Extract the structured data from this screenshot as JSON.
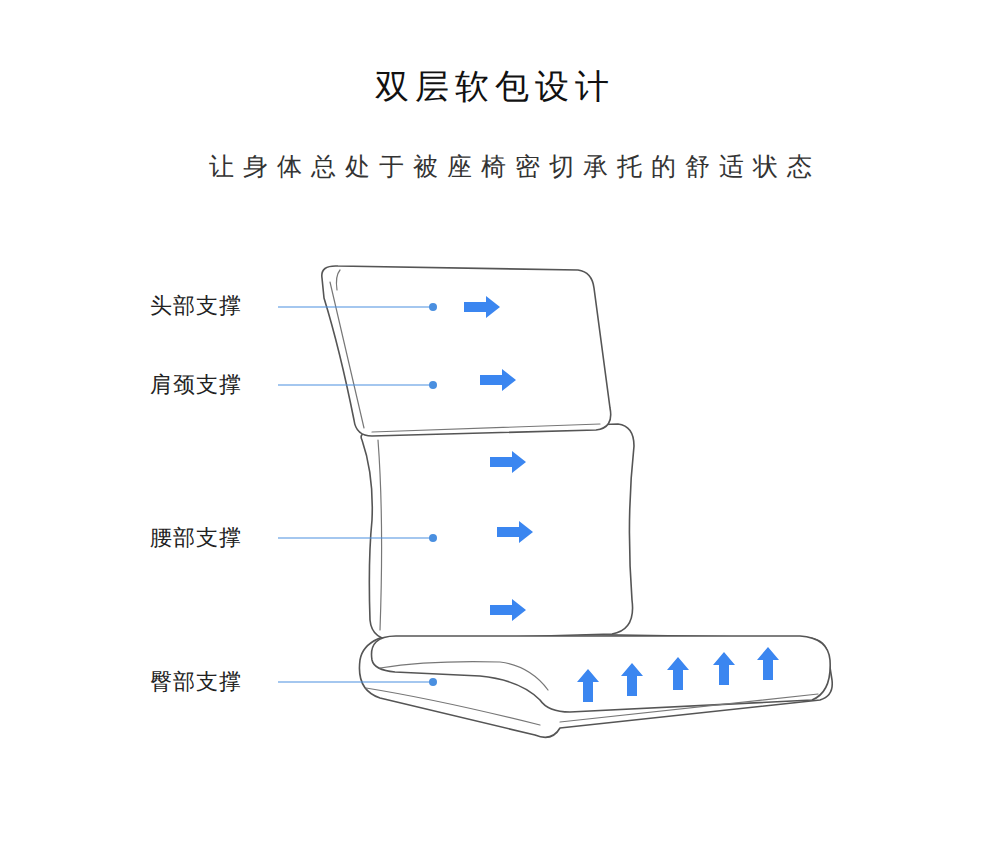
{
  "diagram": {
    "title": "双层软包设计",
    "labels": [
      "让身体总处于被座椅密切承托的舒适状态",
      "头部支撑",
      "肩颈支撑",
      "腰部支撑",
      "臀部支撑"
    ]
  }
}
